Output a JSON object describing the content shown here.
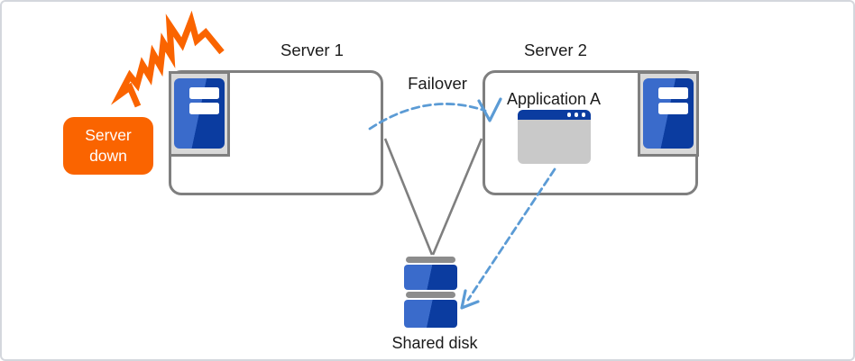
{
  "labels": {
    "server1": "Server 1",
    "server2": "Server 2",
    "failover": "Failover",
    "application": "Application A",
    "shared_disk": "Shared disk",
    "server_down": [
      "Server",
      "down"
    ]
  },
  "icons": {
    "explosion": "crash-burst-icon",
    "server": "server-tower-icon",
    "app_window": "application-window-icon",
    "disk": "disk-stack-icon"
  },
  "colors": {
    "orange": "#fa6400",
    "blue_light": "#3a6bcb",
    "blue_dark": "#0b3ca0",
    "arrow_blue": "#5b9bd5",
    "line_gray": "#7f7f7f"
  }
}
